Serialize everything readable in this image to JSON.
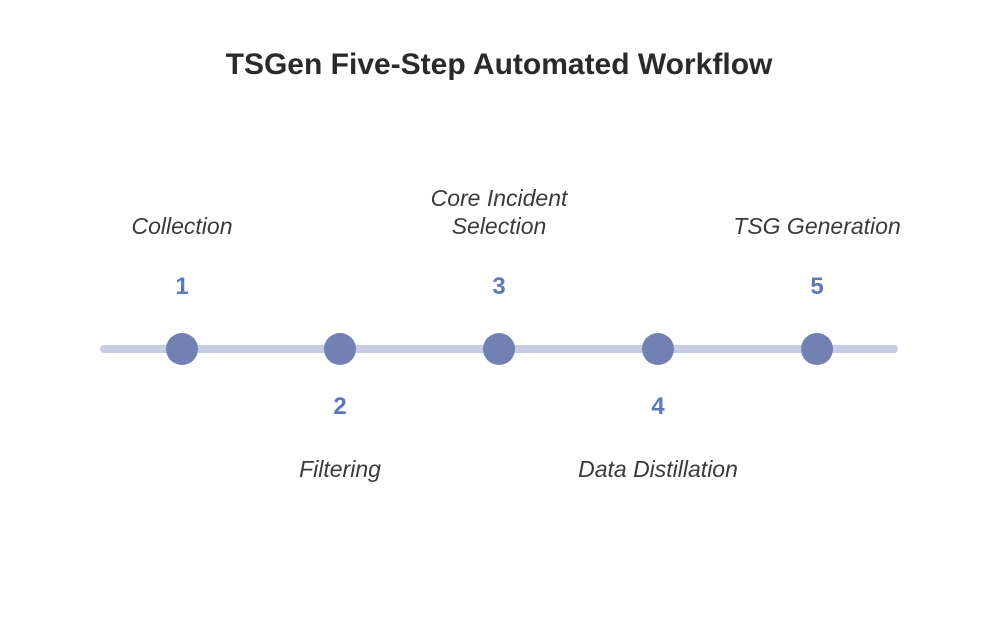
{
  "title": "TSGen Five-Step Automated Workflow",
  "colors": {
    "background": "#ffffff",
    "title_text": "#2a2a2a",
    "label_text": "#3a3a3a",
    "number_text": "#5d77bc",
    "dot_fill": "#7181b3",
    "line_fill": "#c7cee3"
  },
  "timeline": {
    "orientation": "horizontal",
    "steps": [
      {
        "number": "1",
        "label": "Collection",
        "position": "above"
      },
      {
        "number": "2",
        "label": "Filtering",
        "position": "below"
      },
      {
        "number": "3",
        "label": "Core Incident Selection",
        "position": "above"
      },
      {
        "number": "4",
        "label": "Data Distillation",
        "position": "below"
      },
      {
        "number": "5",
        "label": "TSG Generation",
        "position": "above"
      }
    ]
  }
}
